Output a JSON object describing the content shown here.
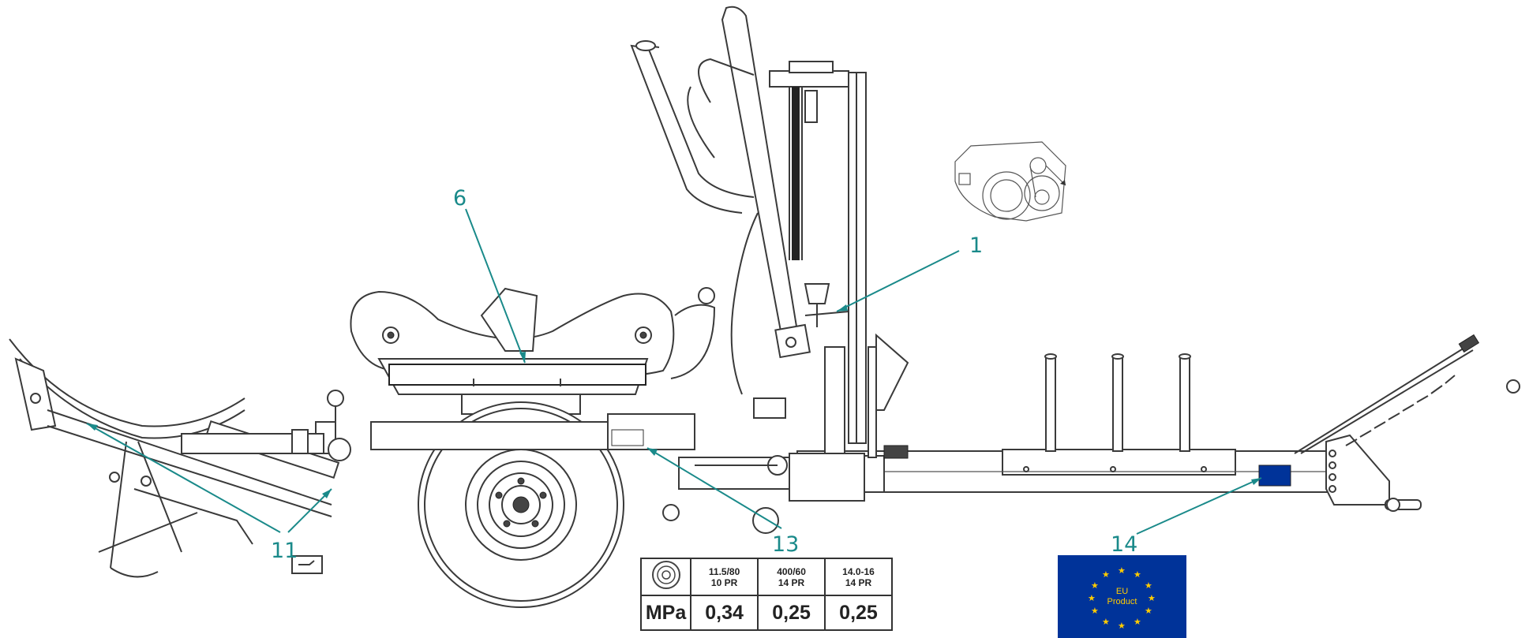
{
  "callouts": {
    "c1": "1",
    "c6": "6",
    "c11": "11",
    "c13": "13",
    "c14": "14"
  },
  "pressure_table": {
    "unit": "MPa",
    "tyres": [
      {
        "size": "11.5/80",
        "ply": "10 PR",
        "pressure": "0,34"
      },
      {
        "size": "400/60",
        "ply": "14 PR",
        "pressure": "0,25"
      },
      {
        "size": "14.0-16",
        "ply": "14 PR",
        "pressure": "0,25"
      }
    ]
  },
  "eu_flag": {
    "line1": "EU",
    "line2": "Product"
  },
  "colors": {
    "callout": "#1a8a8a",
    "eu_blue": "#003399",
    "eu_star": "#ffcc00"
  }
}
